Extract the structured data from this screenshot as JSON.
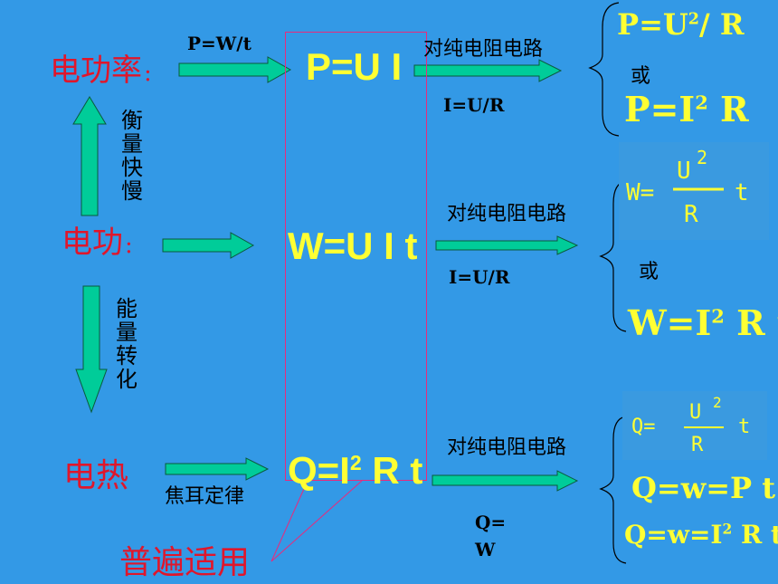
{
  "labels": {
    "power": "电功率",
    "power_colon": ":",
    "work": "电功",
    "work_colon": ":",
    "heat": "电热",
    "universal": "普遍适用",
    "joule_law": "焦耳定律",
    "measure_speed": [
      "衡",
      "量",
      "快",
      "慢"
    ],
    "energy_conversion": [
      "能",
      "量",
      "转",
      "化"
    ]
  },
  "relations": {
    "p_def": "P=W/t",
    "pure_resistor_1": "对纯电阻电路",
    "pure_resistor_2": "对纯电阻电路",
    "pure_resistor_3": "对纯电阻电路",
    "ohm_1": "I=U/R",
    "ohm_2": "I=U/R",
    "q_eq_w": "Q=\nW",
    "q_eq_w_line1": "Q=",
    "q_eq_w_line2": "W"
  },
  "central": {
    "power_formula": "P=U I",
    "work_formula": "W=U I t",
    "heat_formula_left": "Q=I",
    "heat_formula_sup": "2",
    "heat_formula_right": " R t"
  },
  "results": {
    "p_alt1_left": "P=U",
    "p_alt1_sup": "2",
    "p_alt1_right": "/ R",
    "or_1": "或",
    "p_alt2_left": "P=I",
    "p_alt2_sup": "2",
    "p_alt2_right": " R",
    "w_img_left": "W=",
    "w_img_num": "U",
    "w_img_sup": "2",
    "w_img_den": "R",
    "w_img_t": "t",
    "or_2": "或",
    "w_alt_left": "W=I",
    "w_alt_sup": "2",
    "w_alt_right": " R t",
    "q_img_left": "Q=",
    "q_img_num": "U",
    "q_img_sup": "2",
    "q_img_den": "R",
    "q_img_t": "t",
    "q_alt1": "Q=w=P t",
    "q_alt2_left": "Q=w=I",
    "q_alt2_sup": "2",
    "q_alt2_right": " R t"
  },
  "colors": {
    "background": "#3399e6",
    "arrow_fill": "#00cc99",
    "label_red": "#e0162b",
    "formula_yellow": "#ffff33",
    "callout_border": "#e82a7c"
  }
}
